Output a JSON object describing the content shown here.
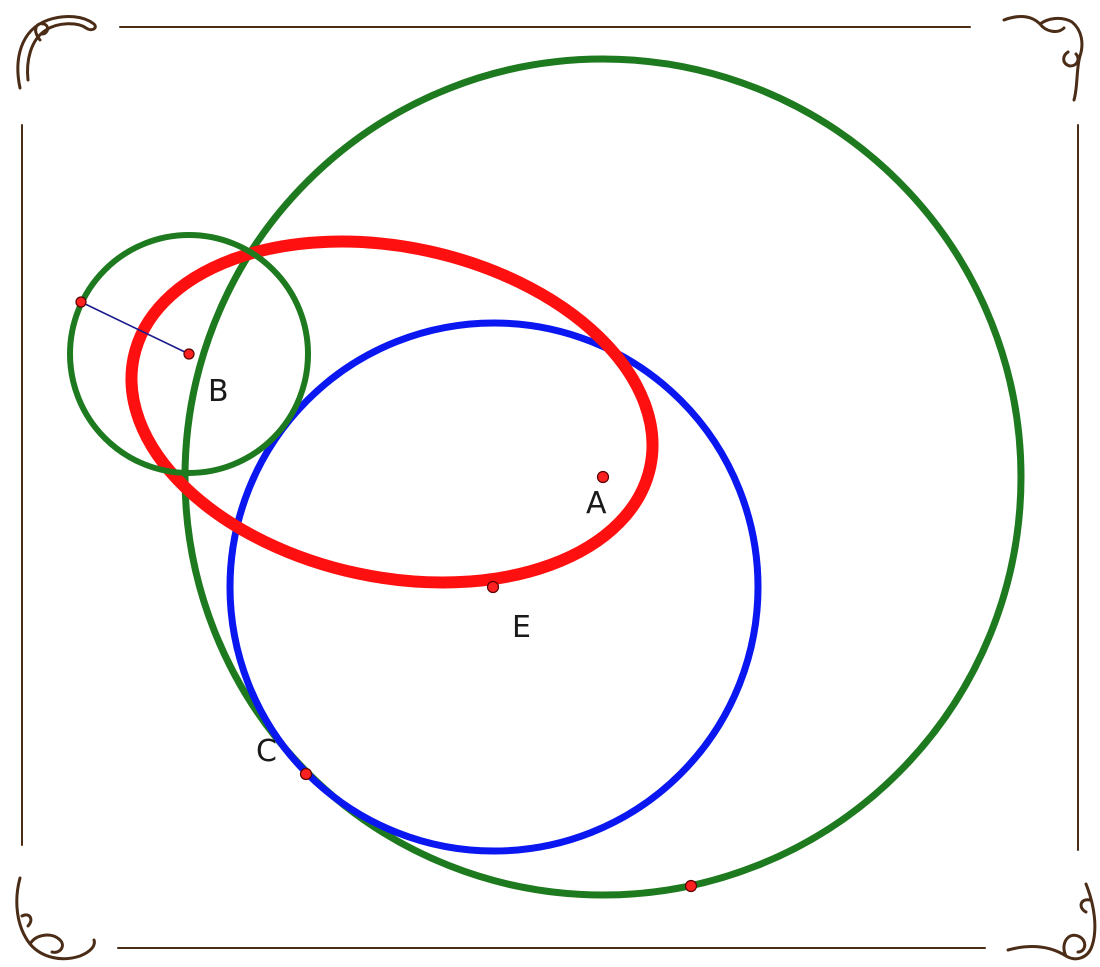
{
  "labels": {
    "A": "A",
    "B": "B",
    "C": "C",
    "E": "E"
  },
  "colors": {
    "background": "#ffffff",
    "frame": "#4a2c17",
    "large_circle": "#1e7a1e",
    "small_circle": "#1e7a1e",
    "blue_circle": "#0a17f0",
    "ellipse": "#ff1010",
    "radius_segment": "#1a1a8c",
    "point_fill": "#ff2020",
    "point_stroke": "#5a0000"
  },
  "curves": [
    "large-green-circle",
    "small-green-circle",
    "blue-circle",
    "red-ellipse"
  ]
}
